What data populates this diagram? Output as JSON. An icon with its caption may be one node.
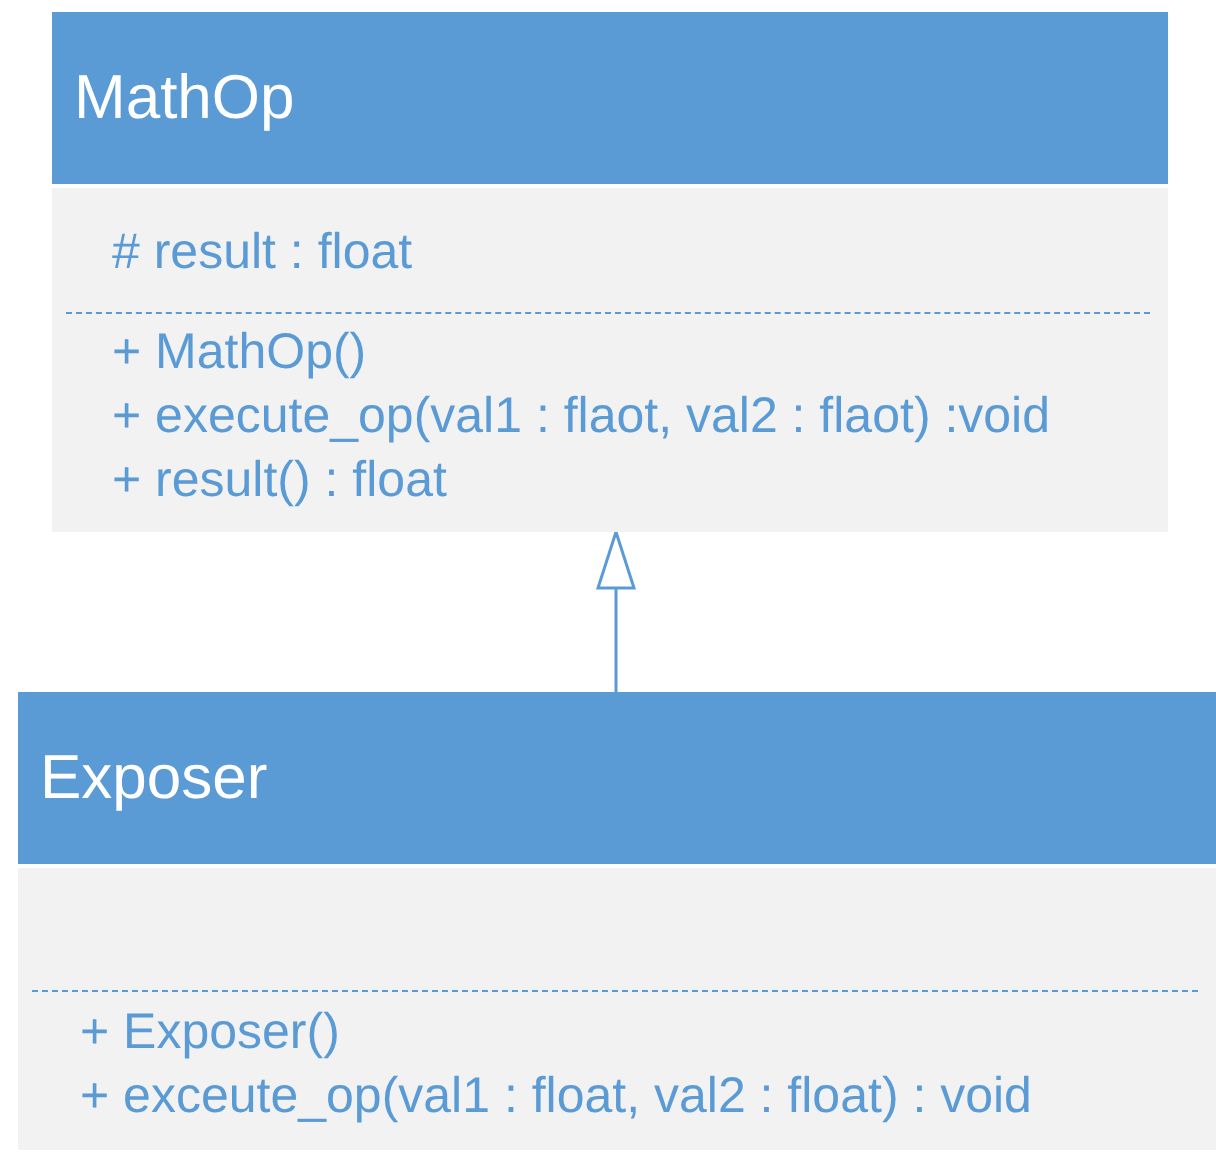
{
  "diagram": {
    "nodes": [
      {
        "text": [
          "MathOp",
          "# result : float",
          "+ MathOp()",
          "+ execute_op(val1 : flaot, val2 : flaot) :void",
          "+ result() : float"
        ]
      },
      {
        "text": [
          "Exposer",
          "+ Exposer()",
          "+ exceute_op(val1 : float, val2 : float) : void"
        ]
      }
    ],
    "edges": [
      {
        "from": 1,
        "to": 0,
        "arrow": "to"
      }
    ]
  }
}
